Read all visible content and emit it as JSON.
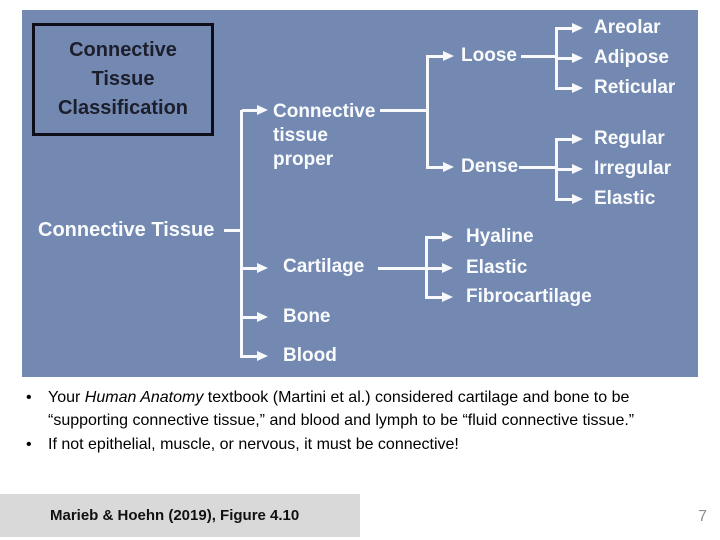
{
  "title_box": {
    "lines": [
      "Connective",
      "Tissue",
      "Classification"
    ]
  },
  "tree": {
    "root": "Connective Tissue",
    "proper": "Connective tissue proper",
    "loose": "Loose",
    "dense": "Dense",
    "areolar": "Areolar",
    "adipose": "Adipose",
    "reticular": "Reticular",
    "regular": "Regular",
    "irregular": "Irregular",
    "elastic_dense": "Elastic",
    "cartilage": "Cartilage",
    "hyaline": "Hyaline",
    "elastic_cartilage": "Elastic",
    "fibrocartilage": "Fibrocartilage",
    "bone": "Bone",
    "blood": "Blood"
  },
  "bullets": {
    "marker": "•",
    "item1": {
      "prefix": "Your ",
      "italic": "Human Anatomy",
      "suffix": " textbook (Martini et al.) considered cartilage and bone to be “supporting connective tissue,” and blood and lymph to be “fluid connective tissue.”"
    },
    "item2": "If not epithelial, muscle, or nervous, it must be connective!"
  },
  "citation": "Marieb & Hoehn (2019), Figure 4.10",
  "page_number": "7",
  "colors": {
    "panel_blue": "#7389b1",
    "diagram_line_white": "#f7f9fc",
    "title_text": "#1d1e2c",
    "title_border": "#0e0e18",
    "citation_bg": "#d9d9d9",
    "page_number_gray": "#8f8f8f",
    "body_text": "#000000"
  }
}
